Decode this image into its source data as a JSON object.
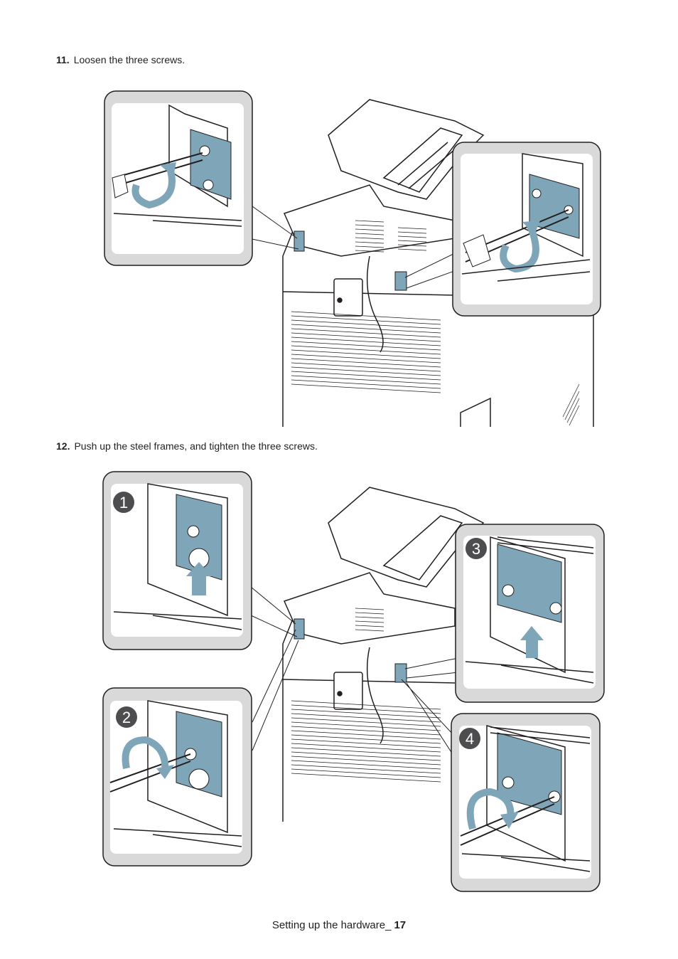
{
  "steps": [
    {
      "number": "11.",
      "text": "Loosen the three screws."
    },
    {
      "number": "12.",
      "text": "Push up the steel frames, and tighten the three screws."
    }
  ],
  "callouts": [
    "1",
    "2",
    "3",
    "4"
  ],
  "footer": {
    "section": "Setting up the hardware_",
    "page": "17"
  },
  "colors": {
    "accent_blue": "#7fa6b8",
    "frame_gray": "#d9d9d9",
    "line": "#231f20",
    "badge": "#4d4d4f"
  }
}
